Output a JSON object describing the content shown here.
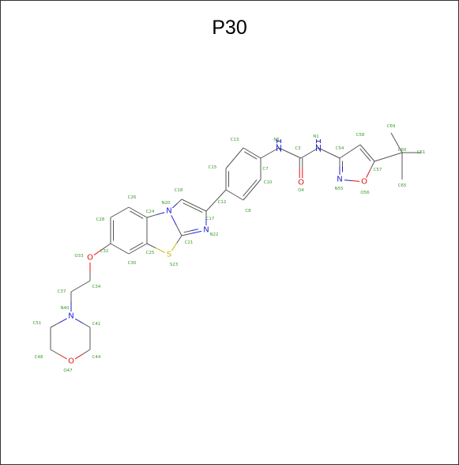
{
  "title": "P30",
  "colors": {
    "bond": "#555555",
    "label": "#3a9a2c",
    "N": "#1f1fd0",
    "O": "#e01010",
    "S": "#c8b400"
  },
  "atoms": [
    {
      "id": "N1",
      "sym": "",
      "label": "N1"
    },
    {
      "id": "C3",
      "sym": "",
      "label": "C3"
    },
    {
      "id": "O4",
      "sym": "O",
      "label": "O4"
    },
    {
      "id": "N5",
      "sym": "",
      "label": "N5"
    },
    {
      "id": "C7",
      "sym": "",
      "label": "C7"
    },
    {
      "id": "C8",
      "sym": "",
      "label": "C8"
    },
    {
      "id": "C10",
      "sym": "",
      "label": "C10"
    },
    {
      "id": "C12",
      "sym": "",
      "label": "C12"
    },
    {
      "id": "C13",
      "sym": "",
      "label": "C13"
    },
    {
      "id": "C15",
      "sym": "",
      "label": "C15"
    },
    {
      "id": "C17",
      "sym": "",
      "label": "C17"
    },
    {
      "id": "C18",
      "sym": "",
      "label": "C18"
    },
    {
      "id": "N20",
      "sym": "N",
      "label": "N20"
    },
    {
      "id": "C21",
      "sym": "",
      "label": "C21"
    },
    {
      "id": "N22",
      "sym": "N",
      "label": "N22"
    },
    {
      "id": "S23",
      "sym": "S",
      "label": "S23"
    },
    {
      "id": "C24",
      "sym": "",
      "label": "C24"
    },
    {
      "id": "C25",
      "sym": "",
      "label": "C25"
    },
    {
      "id": "C26",
      "sym": "",
      "label": "C26"
    },
    {
      "id": "C28",
      "sym": "",
      "label": "C28"
    },
    {
      "id": "C30",
      "sym": "",
      "label": "C30"
    },
    {
      "id": "C32",
      "sym": "",
      "label": "C32"
    },
    {
      "id": "O33",
      "sym": "O",
      "label": "O33"
    },
    {
      "id": "C34",
      "sym": "",
      "label": "C34"
    },
    {
      "id": "C37",
      "sym": "",
      "label": "C37"
    },
    {
      "id": "N40",
      "sym": "N",
      "label": "N40"
    },
    {
      "id": "C41",
      "sym": "",
      "label": "C41"
    },
    {
      "id": "C44",
      "sym": "",
      "label": "C44"
    },
    {
      "id": "O47",
      "sym": "O",
      "label": "O47"
    },
    {
      "id": "C48",
      "sym": "",
      "label": "C48"
    },
    {
      "id": "C51",
      "sym": "",
      "label": "C51"
    },
    {
      "id": "C54",
      "sym": "",
      "label": "C54"
    },
    {
      "id": "N55",
      "sym": "N",
      "label": "N55"
    },
    {
      "id": "O56",
      "sym": "O",
      "label": "O56"
    },
    {
      "id": "C57",
      "sym": "",
      "label": "C57"
    },
    {
      "id": "C58",
      "sym": "",
      "label": "C58"
    },
    {
      "id": "C60",
      "sym": "",
      "label": "C60"
    },
    {
      "id": "C61",
      "sym": "",
      "label": "C61"
    },
    {
      "id": "C65",
      "sym": "",
      "label": "C65"
    },
    {
      "id": "C69",
      "sym": "",
      "label": "C69"
    }
  ],
  "bonds": [
    {
      "a": "N5",
      "b": "C7",
      "order": 1
    },
    {
      "a": "N5",
      "b": "C3",
      "order": 1
    },
    {
      "a": "C3",
      "b": "O4",
      "order": 2
    },
    {
      "a": "C3",
      "b": "N1",
      "order": 1
    },
    {
      "a": "N1",
      "b": "C54",
      "order": 1
    },
    {
      "a": "C54",
      "b": "C58",
      "order": 1
    },
    {
      "a": "C58",
      "b": "C57",
      "order": 2
    },
    {
      "a": "C57",
      "b": "O56",
      "order": 1
    },
    {
      "a": "O56",
      "b": "N55",
      "order": 1
    },
    {
      "a": "N55",
      "b": "C54",
      "order": 2
    },
    {
      "a": "C57",
      "b": "C60",
      "order": 1
    },
    {
      "a": "C60",
      "b": "C69",
      "order": 1
    },
    {
      "a": "C60",
      "b": "C61",
      "order": 1
    },
    {
      "a": "C60",
      "b": "C65",
      "order": 1
    },
    {
      "a": "C7",
      "b": "C13",
      "order": 2
    },
    {
      "a": "C13",
      "b": "C15",
      "order": 1
    },
    {
      "a": "C15",
      "b": "C12",
      "order": 2
    },
    {
      "a": "C12",
      "b": "C8",
      "order": 1
    },
    {
      "a": "C8",
      "b": "C10",
      "order": 2
    },
    {
      "a": "C10",
      "b": "C7",
      "order": 1
    },
    {
      "a": "C12",
      "b": "C17",
      "order": 1
    },
    {
      "a": "C17",
      "b": "C18",
      "order": 2
    },
    {
      "a": "C18",
      "b": "N20",
      "order": 1
    },
    {
      "a": "N20",
      "b": "C21",
      "order": 1
    },
    {
      "a": "C21",
      "b": "N22",
      "order": 2
    },
    {
      "a": "N22",
      "b": "C17",
      "order": 1
    },
    {
      "a": "C21",
      "b": "S23",
      "order": 1
    },
    {
      "a": "S23",
      "b": "C25",
      "order": 1
    },
    {
      "a": "C25",
      "b": "C24",
      "order": 1
    },
    {
      "a": "C24",
      "b": "N20",
      "order": 1
    },
    {
      "a": "C24",
      "b": "C26",
      "order": 2
    },
    {
      "a": "C26",
      "b": "C28",
      "order": 1
    },
    {
      "a": "C28",
      "b": "C32",
      "order": 2
    },
    {
      "a": "C32",
      "b": "C30",
      "order": 1
    },
    {
      "a": "C30",
      "b": "C25",
      "order": 2
    },
    {
      "a": "C32",
      "b": "O33",
      "order": 1
    },
    {
      "a": "O33",
      "b": "C34",
      "order": 1
    },
    {
      "a": "C34",
      "b": "C37",
      "order": 1
    },
    {
      "a": "C37",
      "b": "N40",
      "order": 1
    },
    {
      "a": "N40",
      "b": "C41",
      "order": 1
    },
    {
      "a": "C41",
      "b": "C44",
      "order": 1
    },
    {
      "a": "C44",
      "b": "O47",
      "order": 1
    },
    {
      "a": "O47",
      "b": "C48",
      "order": 1
    },
    {
      "a": "C48",
      "b": "C51",
      "order": 1
    },
    {
      "a": "C51",
      "b": "N40",
      "order": 1
    }
  ]
}
